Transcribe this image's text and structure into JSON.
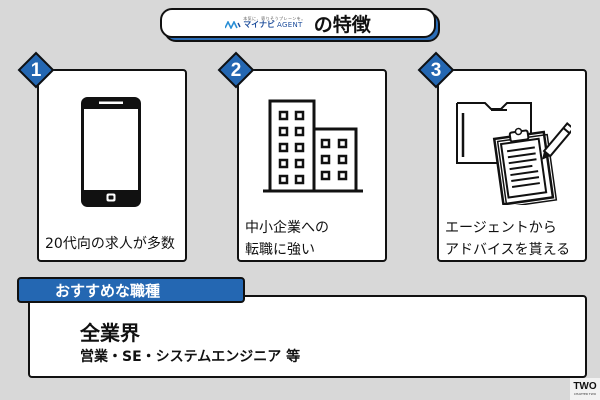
{
  "header": {
    "brand_tagline": "本気に、寄りそうプレーンを。",
    "brand_name": "マイナビ",
    "brand_agent": "AGENT",
    "title_suffix": "の特徴",
    "brand_color": "#1d4d9b",
    "shadow_color": "#2a6db8"
  },
  "features": [
    {
      "number": "1",
      "icon": "smartphone-icon",
      "lines": [
        "20代向の求人が多数"
      ]
    },
    {
      "number": "2",
      "icon": "office-building-icon",
      "lines": [
        "中小企業への",
        "転職に強い"
      ]
    },
    {
      "number": "3",
      "icon": "clipboard-folder-icon",
      "lines": [
        "エージェントから",
        "アドバイスを貰える"
      ]
    }
  ],
  "recommended": {
    "tab_label": "おすすめな職種",
    "main": "全業界",
    "sub": "営業・SE・システムエンジニア 等",
    "accent_color": "#2467b2"
  },
  "logo": {
    "main": "TWO",
    "sub": "CHAPTER TWO"
  },
  "colors": {
    "background": "#d8d8d8",
    "badge": "#2467b2",
    "border": "#111111"
  }
}
